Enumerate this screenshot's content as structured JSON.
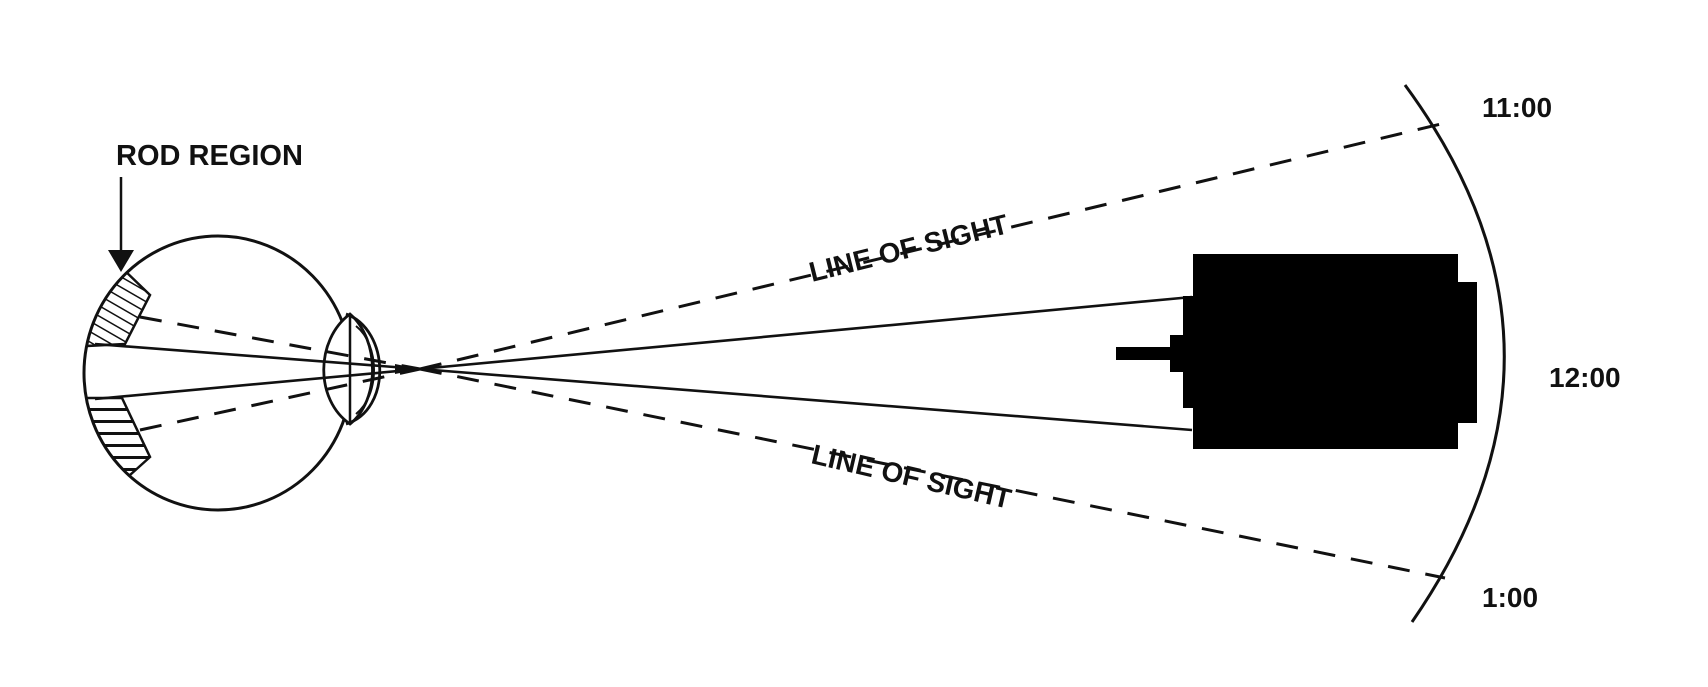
{
  "diagram": {
    "labels": {
      "rod_region": "ROD REGION",
      "line_of_sight_upper": "LINE OF SIGHT",
      "line_of_sight_lower": "LINE OF SIGHT",
      "clock_11": "11:00",
      "clock_12": "12:00",
      "clock_1": "1:00"
    },
    "colors": {
      "ink": "#111111",
      "background": "#ffffff"
    },
    "elements": {
      "eye": "eyeball-cross-section",
      "object": "camera-shaped-object",
      "field_arc": "clock-position-arc"
    }
  }
}
